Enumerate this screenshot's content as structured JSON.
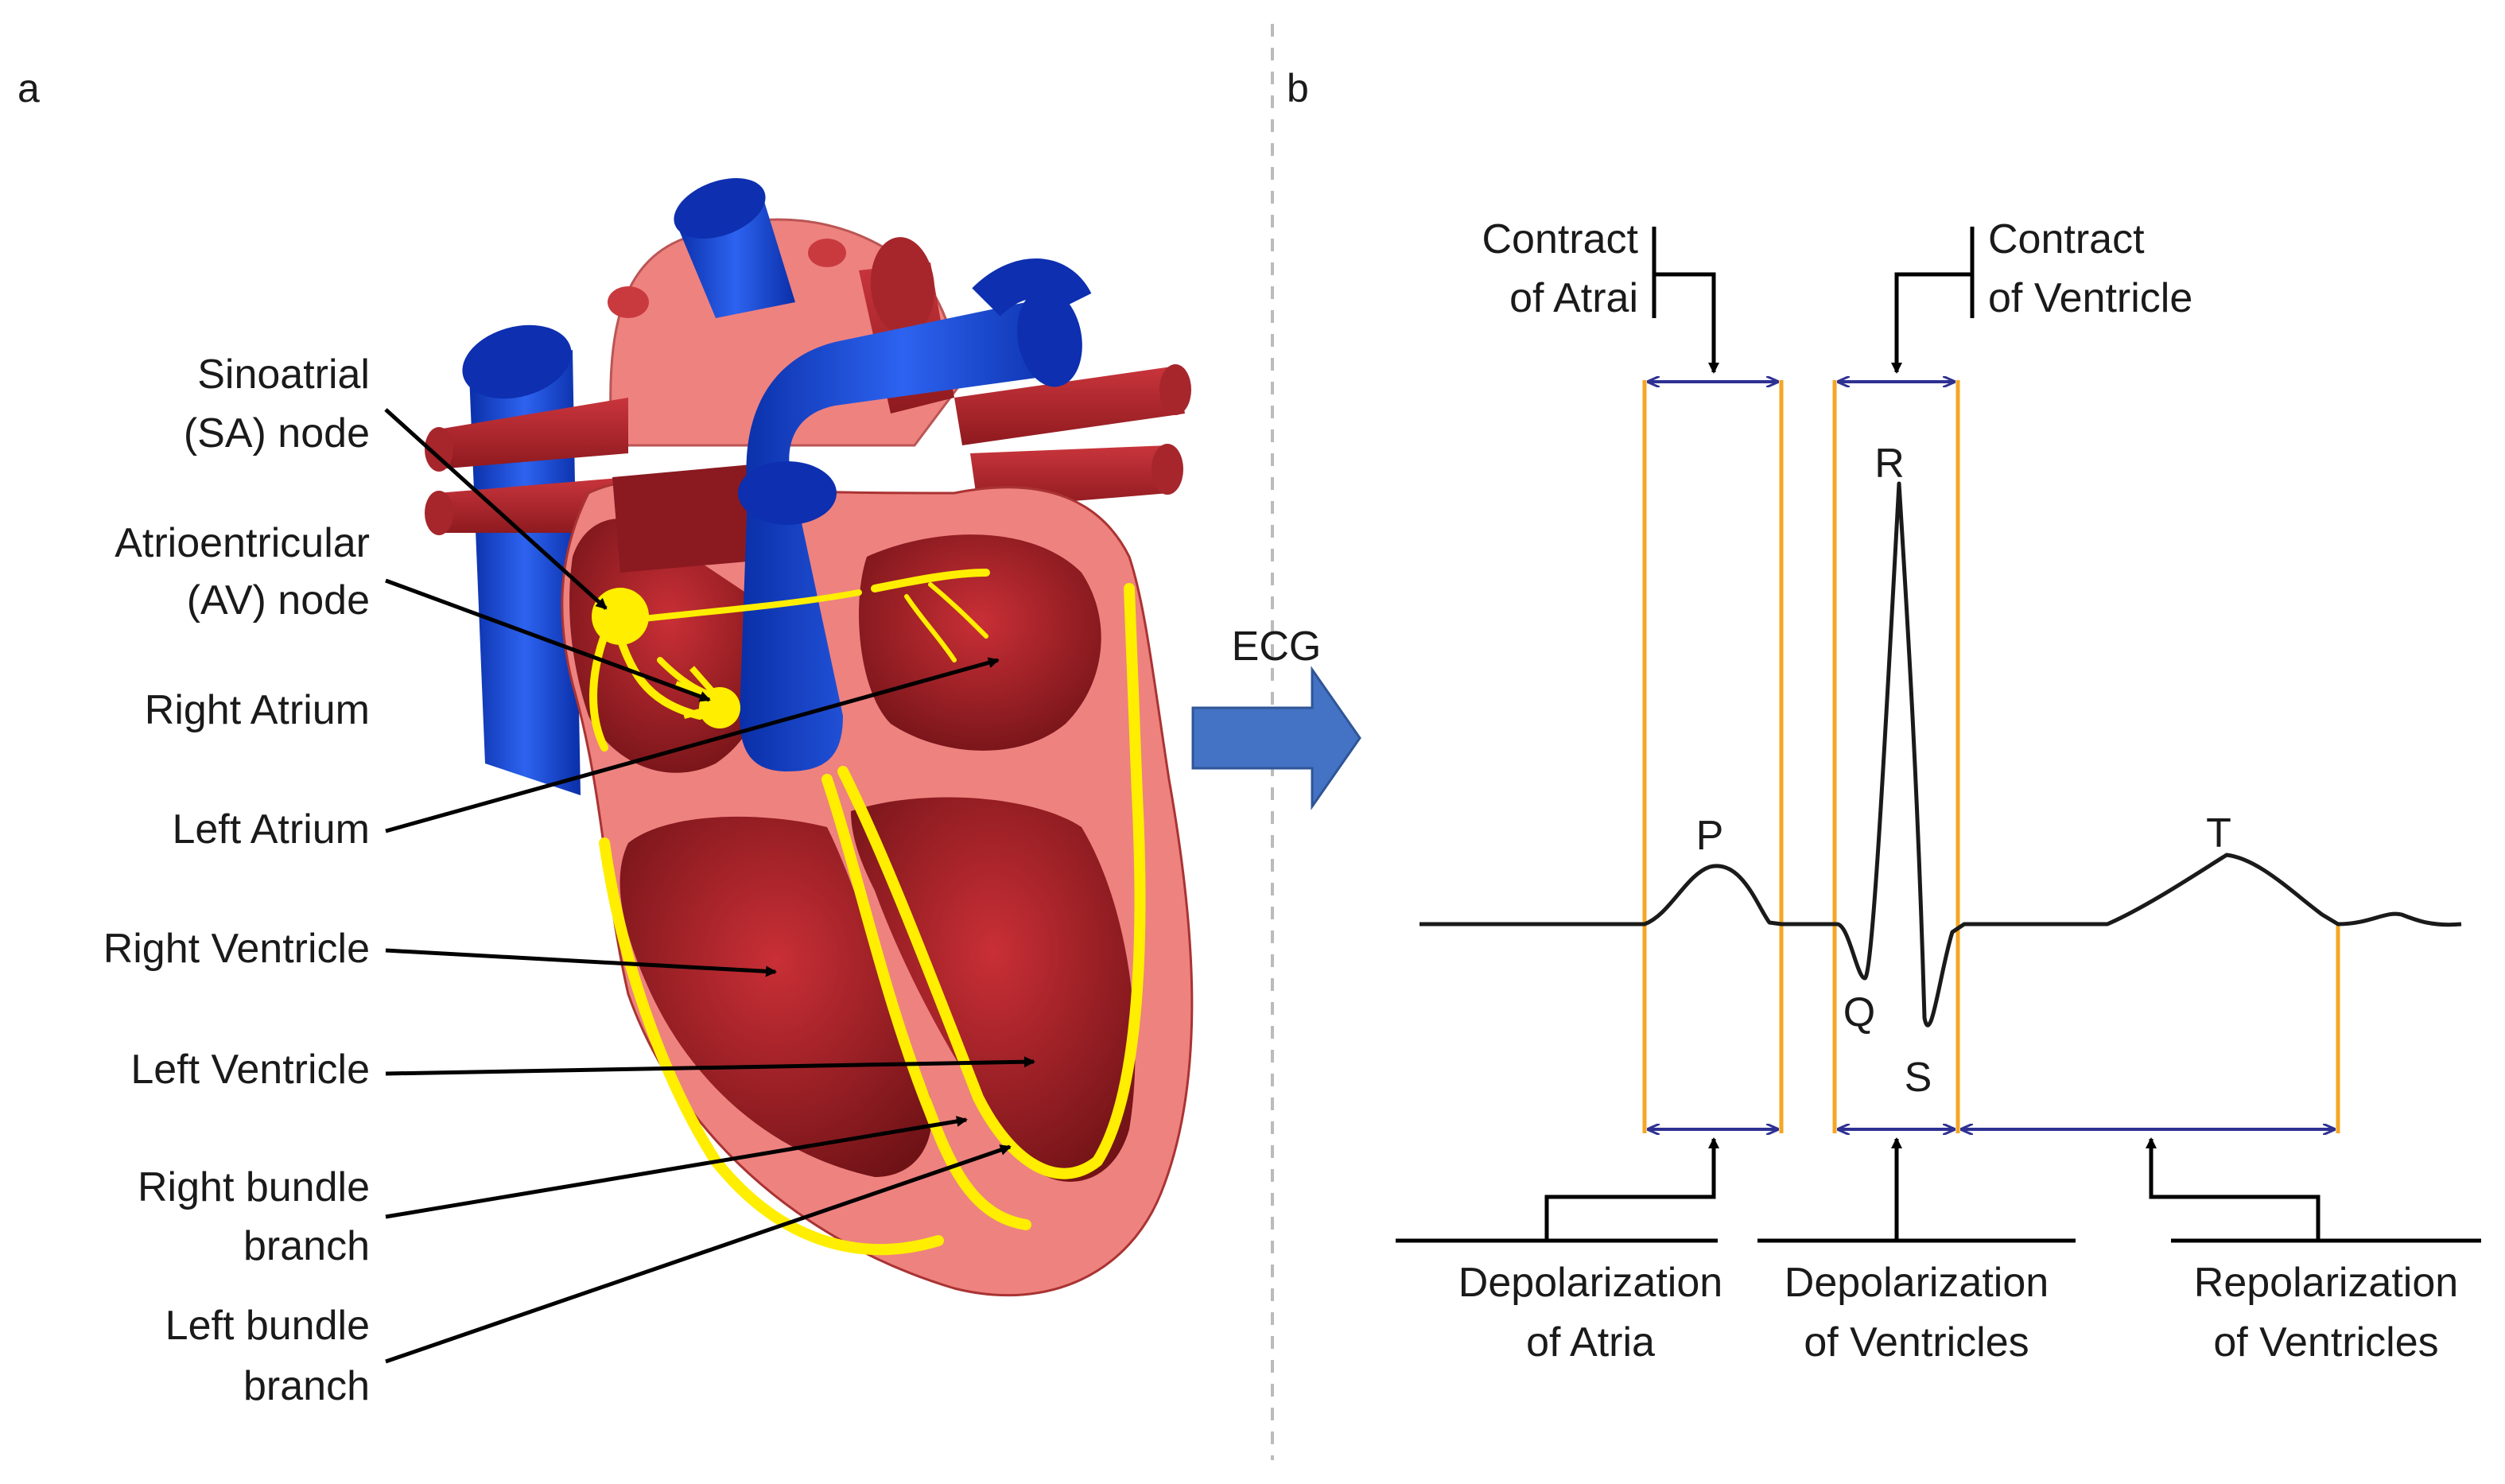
{
  "panels": {
    "a": "a",
    "b": "b"
  },
  "heart_labels": {
    "sa_line1": "Sinoatrial",
    "sa_line2": "(SA) node",
    "av_line1": "Atrioentricular",
    "av_line2": "(AV) node",
    "right_atrium": "Right Atrium",
    "left_atrium": "Left Atrium",
    "right_ventricle": "Right Ventricle",
    "left_ventricle": "Left Ventricle",
    "rbb_line1": "Right bundle",
    "rbb_line2": "branch",
    "lbb_line1": "Left bundle",
    "lbb_line2": "branch"
  },
  "arrow_label": "ECG",
  "waves": {
    "p": "P",
    "q": "Q",
    "r": "R",
    "s": "S",
    "t": "T"
  },
  "top_labels": {
    "atria_line1": "Contract",
    "atria_line2": "of Atrai",
    "ventricle_line1": "Contract",
    "ventricle_line2": "of Ventricle"
  },
  "bottom_labels": {
    "dep_atria_line1": "Depolarization",
    "dep_atria_line2": "of Atria",
    "dep_vent_line1": "Depolarization",
    "dep_vent_line2": "of Ventricles",
    "rep_vent_line1": "Repolarization",
    "rep_vent_line2": "of Ventricles"
  },
  "colors": {
    "vein_blue": "#1f4fd6",
    "artery_red": "#b8232b",
    "muscle_pink": "#ef7b78",
    "conduction_yellow": "#ffee00",
    "phase_orange": "#f5a623",
    "interval_navy": "#2e3192",
    "arrow_blue": "#4472c4"
  }
}
